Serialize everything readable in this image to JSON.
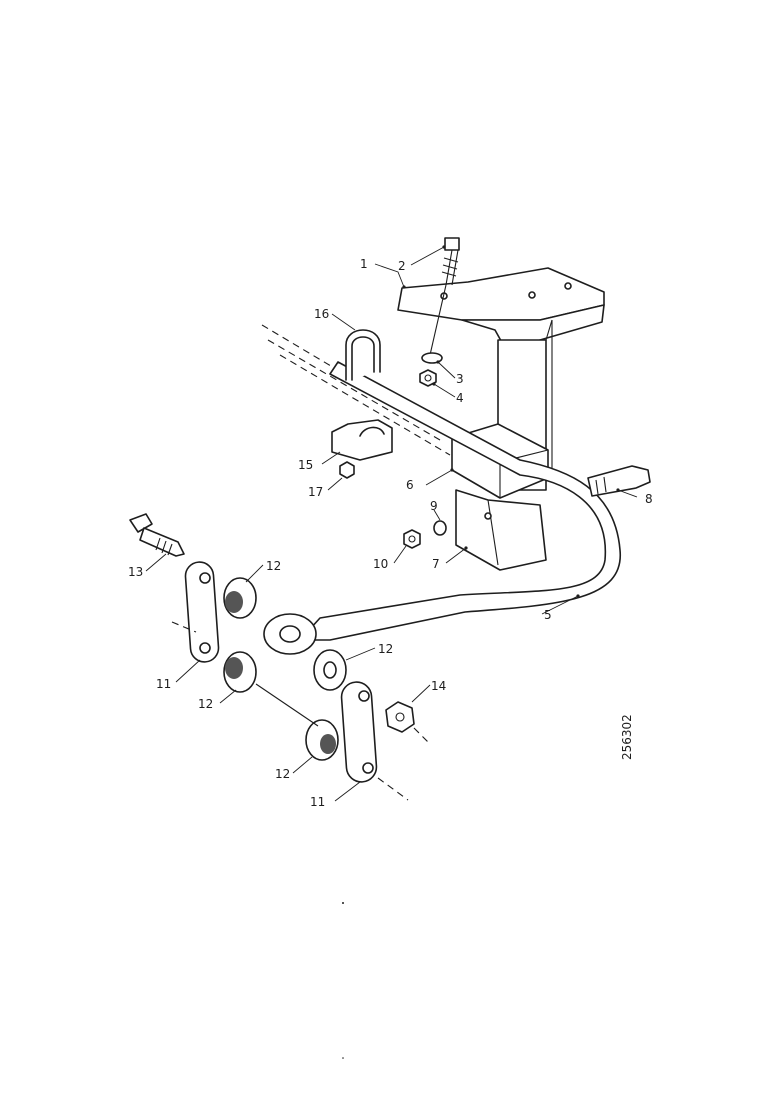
{
  "diagram": {
    "reference_code": "256302",
    "callouts": [
      {
        "id": "c1",
        "label": "1"
      },
      {
        "id": "c2",
        "label": "2"
      },
      {
        "id": "c3",
        "label": "3"
      },
      {
        "id": "c4",
        "label": "4"
      },
      {
        "id": "c5",
        "label": "5"
      },
      {
        "id": "c6",
        "label": "6"
      },
      {
        "id": "c7",
        "label": "7"
      },
      {
        "id": "c8",
        "label": "8"
      },
      {
        "id": "c9",
        "label": "9"
      },
      {
        "id": "c10",
        "label": "10"
      },
      {
        "id": "c11a",
        "label": "11"
      },
      {
        "id": "c11b",
        "label": "11"
      },
      {
        "id": "c12a",
        "label": "12"
      },
      {
        "id": "c12b",
        "label": "12"
      },
      {
        "id": "c12c",
        "label": "12"
      },
      {
        "id": "c12d",
        "label": "12"
      },
      {
        "id": "c13",
        "label": "13"
      },
      {
        "id": "c14",
        "label": "14"
      },
      {
        "id": "c15",
        "label": "15"
      },
      {
        "id": "c16",
        "label": "16"
      },
      {
        "id": "c17",
        "label": "17"
      }
    ]
  }
}
